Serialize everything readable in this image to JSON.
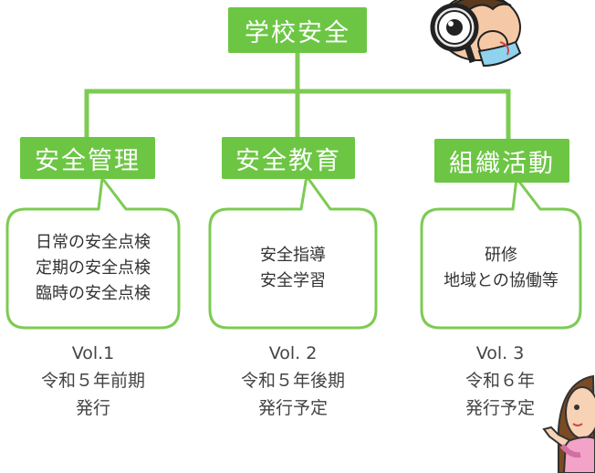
{
  "colors": {
    "accent": "#6cc644",
    "line": "#7ccb53",
    "text": "#333333"
  },
  "top": {
    "title": "学校安全"
  },
  "categories": [
    {
      "title": "安全管理",
      "items": [
        "日常の安全点検",
        "定期の安全点検",
        "臨時の安全点検"
      ],
      "volume": "Vol.1",
      "period": "令和５年前期",
      "status": "発行"
    },
    {
      "title": "安全教育",
      "items": [
        "安全指導",
        "安全学習"
      ],
      "volume": "Vol. 2",
      "period": "令和５年後期",
      "status": "発行予定"
    },
    {
      "title": "組織活動",
      "items": [
        "研修",
        "地域との協働等"
      ],
      "volume": "Vol. 3",
      "period": "令和６年",
      "status": "発行予定"
    }
  ],
  "illustrations": [
    "magnifying-glass-character",
    "pointing-woman-character"
  ]
}
